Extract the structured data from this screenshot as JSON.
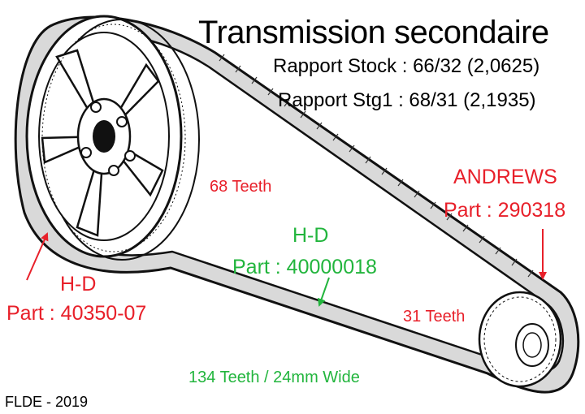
{
  "diagram": {
    "title": "Transmission secondaire",
    "ratio_stock": "Rapport Stock : 66/32 (2,0625)",
    "ratio_stg1": "Rapport Stg1 : 68/31 (2,1935)",
    "rear_pulley": {
      "teeth": "68 Teeth",
      "brand": "H-D",
      "part": "Part : 40350-07"
    },
    "front_pulley": {
      "brand": "ANDREWS",
      "part": "Part : 290318",
      "teeth": "31 Teeth"
    },
    "belt": {
      "brand": "H-D",
      "part": "Part : 40000018",
      "spec": "134 Teeth / 24mm Wide"
    },
    "credit": "FLDE - 2019"
  },
  "colors": {
    "red_label": "#e8202a",
    "green_label": "#22b53d",
    "line_art": "#111111",
    "belt_fill": "#d9d9d9"
  }
}
